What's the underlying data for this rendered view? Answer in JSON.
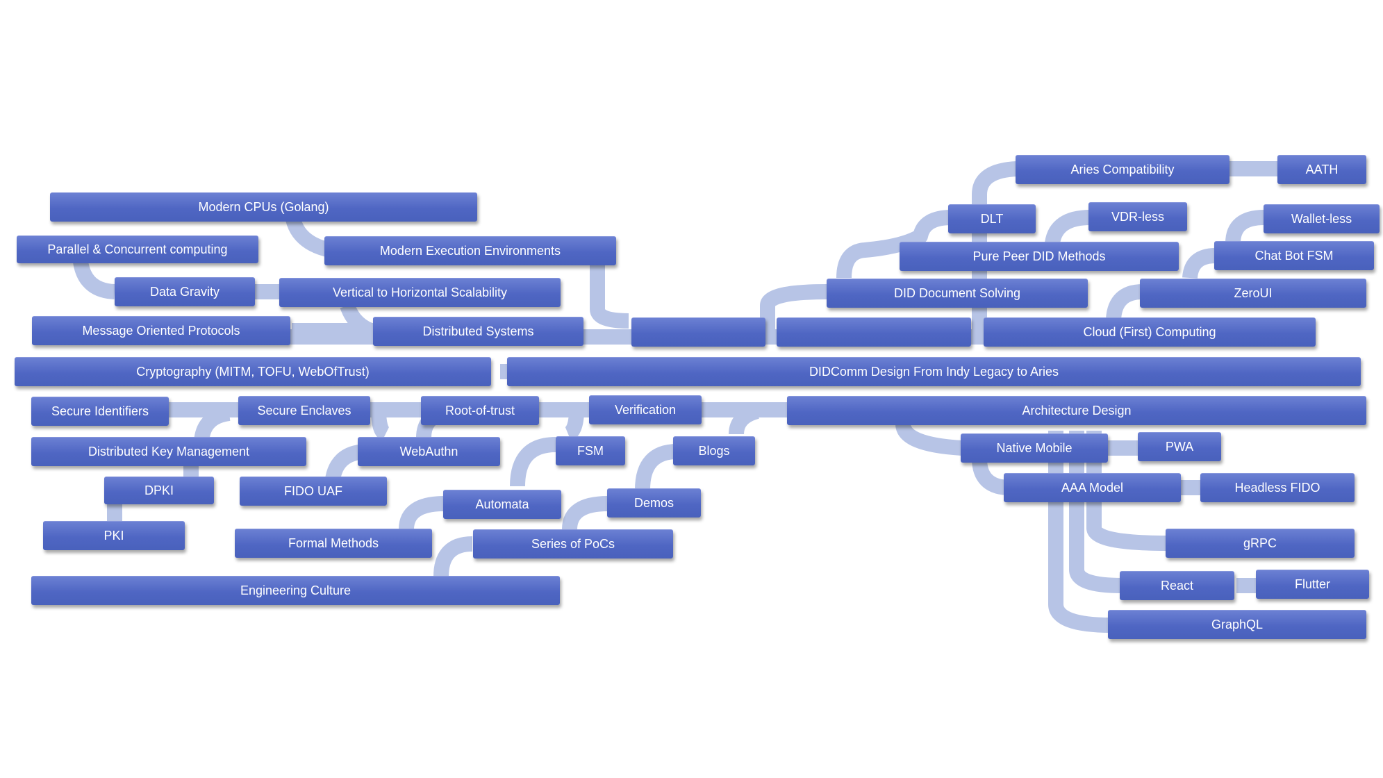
{
  "colors": {
    "node": "#4f66c3",
    "link": "#b7c4e6",
    "background": "#ffffff"
  },
  "nodes": {
    "modern_cpus": "Modern CPUs (Golang)",
    "modern_exec": "Modern Execution Environments",
    "parallel": "Parallel & Concurrent computing",
    "data_gravity": "Data Gravity",
    "vertical": "Vertical to Horizontal Scalability",
    "message_oriented": "Message Oriented Protocols",
    "distributed_systems": "Distributed Systems",
    "cryptography": "Cryptography (MITM, TOFU, WebOfTrust)",
    "secure_identifiers": "Secure Identifiers",
    "secure_enclaves": "Secure Enclaves",
    "root_of_trust": "Root-of-trust",
    "verification": "Verification",
    "distributed_key_mgmt": "Distributed Key Management",
    "webauthn": "WebAuthn",
    "fsm": "FSM",
    "blogs": "Blogs",
    "dpki": "DPKI",
    "fido_uaf": "FIDO UAF",
    "automata": "Automata",
    "demos": "Demos",
    "pki": "PKI",
    "formal_methods": "Formal Methods",
    "series_of_pocs": "Series of PoCs",
    "engineering_culture": "Engineering Culture",
    "didcomm": "DIDComm Design From Indy Legacy to Aries",
    "cloud_first": "Cloud (First) Computing",
    "architecture_design": "Architecture Design",
    "aries_compat": "Aries Compatibility",
    "aath": "AATH",
    "dlt": "DLT",
    "vdr_less": "VDR-less",
    "wallet_less": "Wallet-less",
    "pure_peer": "Pure Peer DID Methods",
    "chat_bot_fsm": "Chat Bot FSM",
    "did_doc_solving": "DID Document Solving",
    "zeroui": "ZeroUI",
    "native_mobile": "Native Mobile",
    "pwa": "PWA",
    "aaa_model": "AAA Model",
    "headless_fido": "Headless FIDO",
    "grpc": "gRPC",
    "react": "React",
    "flutter": "Flutter",
    "graphql": "GraphQL",
    "blank": ""
  }
}
